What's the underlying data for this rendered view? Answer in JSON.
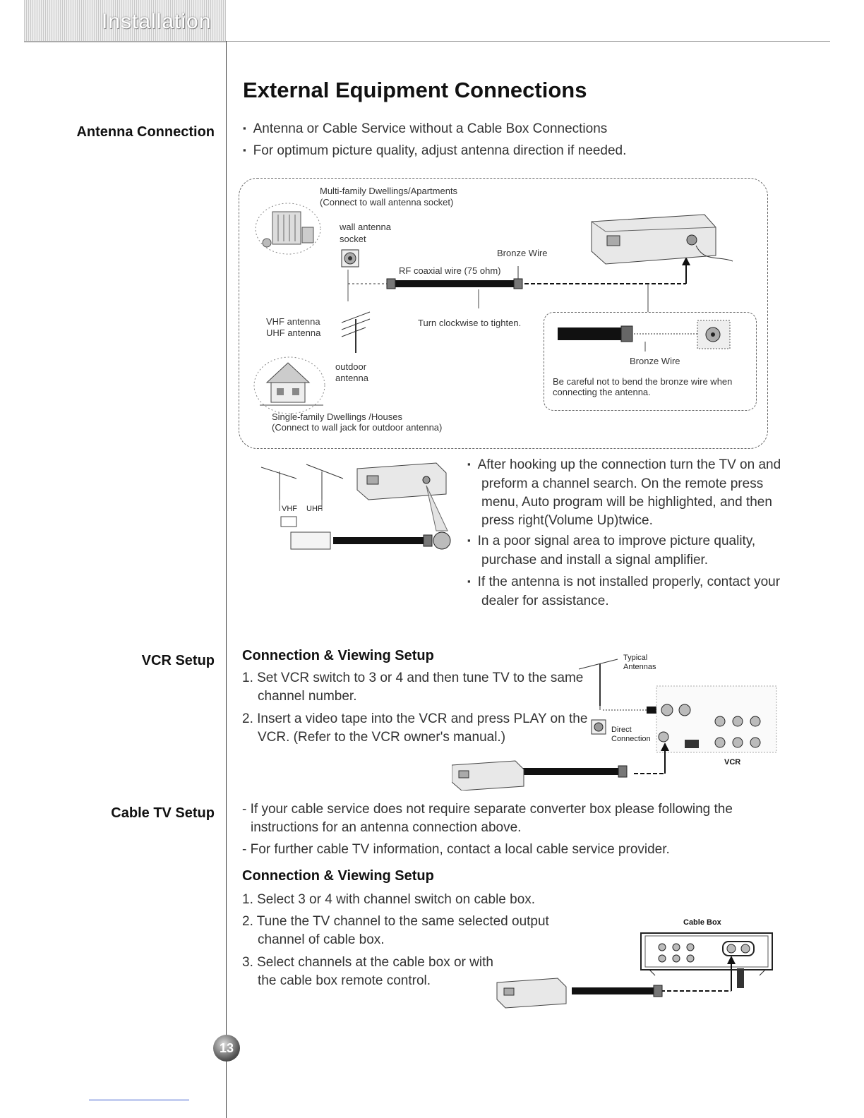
{
  "header": {
    "section_tab": "Installation"
  },
  "page": {
    "title": "External Equipment Connections",
    "number": "13"
  },
  "antenna": {
    "side_label": "Antenna Connection",
    "bullets": [
      "Antenna or Cable Service without a Cable Box Connections",
      "For optimum picture quality, adjust antenna direction if needed."
    ],
    "diagram": {
      "multi_family_title": "Multi-family Dwellings/Apartments",
      "multi_family_note": "(Connect to wall antenna socket)",
      "wall_socket_label_1": "wall antenna",
      "wall_socket_label_2": "socket",
      "bronze_wire_top": "Bronze Wire",
      "rf_wire": "RF coaxial wire (75 ohm)",
      "vhf": "VHF antenna",
      "uhf": "UHF antenna",
      "turn": "Turn clockwise to tighten.",
      "outdoor_1": "outdoor",
      "outdoor_2": "antenna",
      "bronze_wire_inset": "Bronze Wire",
      "careful": "Be careful not to bend the bronze wire when connecting the antenna.",
      "single_family_title": "Single-family Dwellings /Houses",
      "single_family_note": "(Connect to wall jack for outdoor antenna)",
      "vhf_small": "VHF",
      "uhf_small": "UHF"
    },
    "notes": [
      "After hooking up the connection turn the TV on and preform a channel search. On the remote press menu, Auto program will be highlighted, and then press right(Volume Up)twice.",
      "In a poor signal area to improve picture quality, purchase and install a signal amplifier.",
      "If the antenna is not installed properly, contact your dealer for assistance."
    ]
  },
  "vcr": {
    "side_label": "VCR Setup",
    "subheading": "Connection & Viewing Setup",
    "steps": [
      "1. Set VCR switch to 3 or 4 and then tune TV to the same channel number.",
      "2. Insert a video tape into the VCR and press PLAY on the VCR. (Refer to the VCR owner's manual.)"
    ],
    "diagram": {
      "typical_1": "Typical",
      "typical_2": "Antennas",
      "direct_1": "Direct",
      "direct_2": "Connection",
      "vcr": "VCR"
    }
  },
  "cable": {
    "side_label": "Cable TV Setup",
    "dashes": [
      "- If your cable service does not require separate converter box please following the instructions for an antenna connection above.",
      "- For further cable TV information, contact a local cable service provider."
    ],
    "subheading": "Connection & Viewing Setup",
    "steps": [
      "1. Select 3 or 4 with channel switch on cable box.",
      "2. Tune the TV channel to the same selected output channel of cable box.",
      "3. Select channels at the cable box or with the cable box remote control."
    ],
    "diagram": {
      "cable_box": "Cable Box"
    }
  }
}
